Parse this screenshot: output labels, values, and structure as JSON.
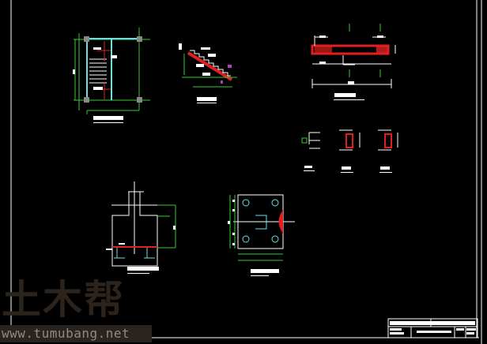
{
  "watermark": {
    "logo": "土木帮",
    "url": "www.tumubang.net"
  },
  "colors": {
    "background": "#000000",
    "line": "#ffffff",
    "dimension": "#33cc33",
    "rebar": "#ff2020",
    "column": "#6ee0e0",
    "watermark": "#2c231c"
  },
  "drawings": [
    "stair-plan",
    "stair-section",
    "beam-detail",
    "section-1-1",
    "section-2-2",
    "section-3-3",
    "foundation-section",
    "foundation-plan"
  ]
}
